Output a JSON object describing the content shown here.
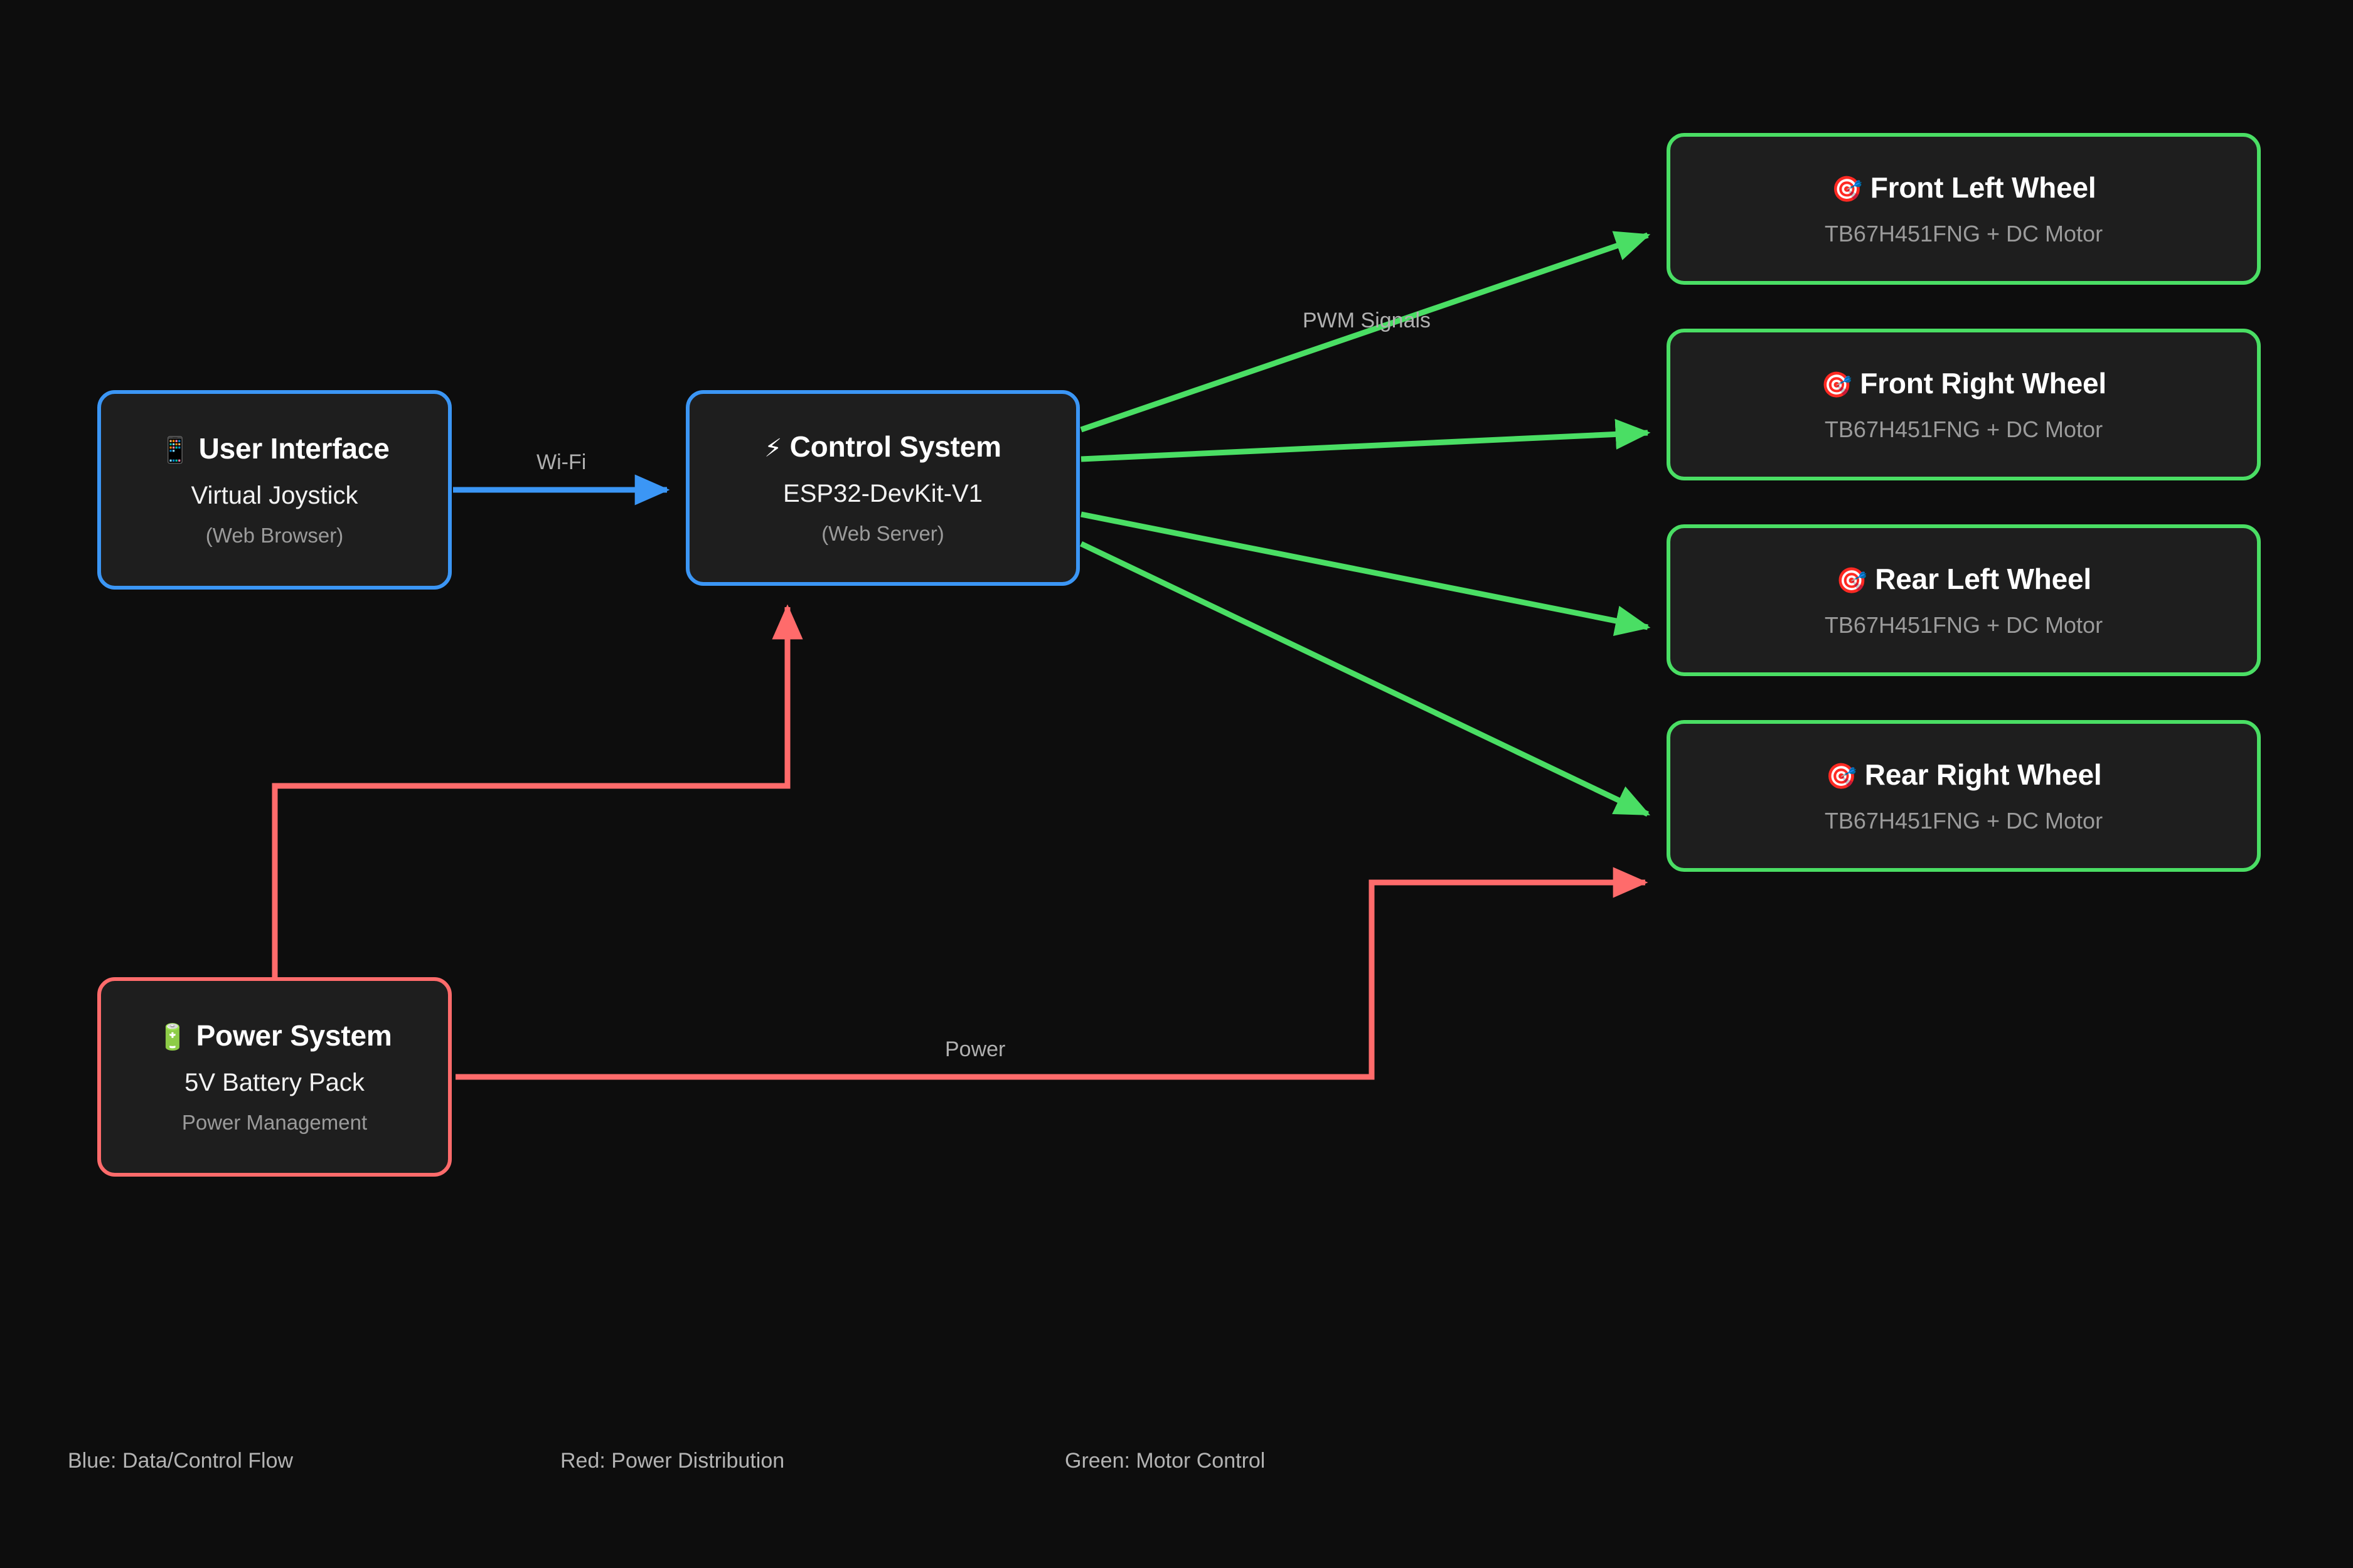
{
  "theme": {
    "background": "#0d0d0d",
    "node_fill": "#1e1e1e",
    "blue": "#3b96f5",
    "red": "#ff6b6b",
    "green": "#4ade64",
    "text_primary": "#ffffff",
    "text_secondary": "#f2f2f2",
    "text_muted": "#9b9b9b",
    "label_text": "#b0b0b0"
  },
  "nodes": {
    "user_interface": {
      "emoji": "📱",
      "icon_name": "mobile-phone-icon",
      "title": "User Interface",
      "subtitle": "Virtual Joystick",
      "meta": "(Web Browser)",
      "accent": "#3b96f5"
    },
    "control_system": {
      "emoji": "⚡",
      "icon_name": "high-voltage-icon",
      "title": "Control System",
      "subtitle": "ESP32-DevKit-V1",
      "meta": "(Web Server)",
      "accent": "#3b96f5"
    },
    "power_system": {
      "emoji": "🔋",
      "icon_name": "battery-icon",
      "title": "Power System",
      "subtitle": "5V Battery Pack",
      "meta": "Power Management",
      "accent": "#ff6b6b"
    },
    "wheels": [
      {
        "emoji": "🎯",
        "icon_name": "direct-hit-icon",
        "title": "Front Left Wheel",
        "subtitle": "TB67H451FNG + DC Motor",
        "accent": "#4ade64"
      },
      {
        "emoji": "🎯",
        "icon_name": "direct-hit-icon",
        "title": "Front Right Wheel",
        "subtitle": "TB67H451FNG + DC Motor",
        "accent": "#4ade64"
      },
      {
        "emoji": "🎯",
        "icon_name": "direct-hit-icon",
        "title": "Rear Left Wheel",
        "subtitle": "TB67H451FNG + DC Motor",
        "accent": "#4ade64"
      },
      {
        "emoji": "🎯",
        "icon_name": "direct-hit-icon",
        "title": "Rear Right Wheel",
        "subtitle": "TB67H451FNG + DC Motor",
        "accent": "#4ade64"
      }
    ]
  },
  "edge_labels": {
    "wifi": "Wi-Fi",
    "pwm": "PWM Signals",
    "power": "Power"
  },
  "legend": {
    "blue": "Blue: Data/Control Flow",
    "red": "Red: Power Distribution",
    "green": "Green: Motor Control"
  },
  "chart_data": {
    "type": "diagram",
    "title": "",
    "node_list": [
      "User Interface",
      "Control System",
      "Power System",
      "Front Left Wheel",
      "Front Right Wheel",
      "Rear Left Wheel",
      "Rear Right Wheel"
    ],
    "edges": [
      {
        "from": "User Interface",
        "to": "Control System",
        "label": "Wi-Fi",
        "color": "#3b96f5"
      },
      {
        "from": "Control System",
        "to": "Front Left Wheel",
        "label": "PWM Signals",
        "color": "#4ade64"
      },
      {
        "from": "Control System",
        "to": "Front Right Wheel",
        "label": "",
        "color": "#4ade64"
      },
      {
        "from": "Control System",
        "to": "Rear Left Wheel",
        "label": "",
        "color": "#4ade64"
      },
      {
        "from": "Control System",
        "to": "Rear Right Wheel",
        "label": "",
        "color": "#4ade64"
      },
      {
        "from": "Power System",
        "to": "Control System",
        "label": "",
        "color": "#ff6b6b"
      },
      {
        "from": "Power System",
        "to": "Rear Right Wheel",
        "label": "Power",
        "color": "#ff6b6b"
      }
    ]
  }
}
